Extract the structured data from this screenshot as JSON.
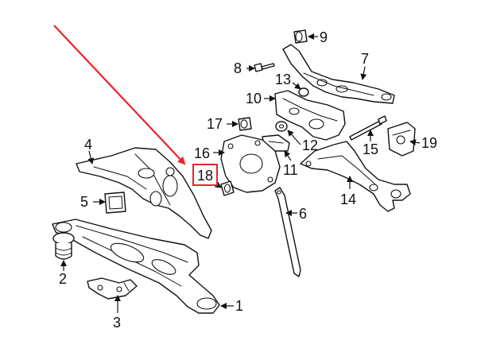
{
  "callouts": {
    "c1": "1",
    "c2": "2",
    "c3": "3",
    "c4": "4",
    "c5": "5",
    "c6": "6",
    "c7": "7",
    "c8": "8",
    "c9": "9",
    "c10": "10",
    "c11": "11",
    "c12": "12",
    "c13": "13",
    "c14": "14",
    "c15": "15",
    "c16": "16",
    "c17": "17",
    "c18": "18",
    "c19": "19"
  },
  "highlight": {
    "part_label": "18",
    "box_color": "#e8242a",
    "arrow_color": "#e8242a"
  }
}
